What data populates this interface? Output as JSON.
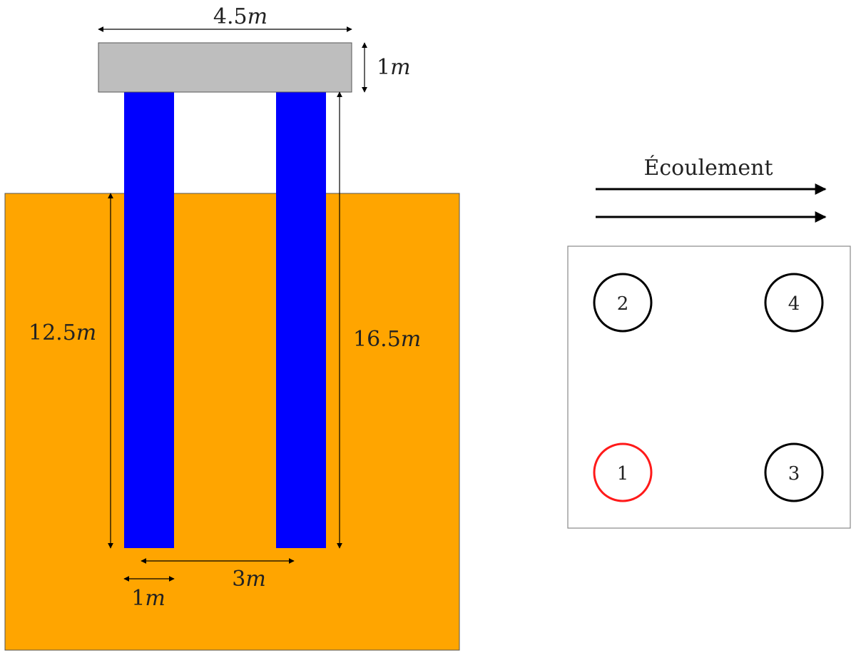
{
  "colors": {
    "soil": "#FFA500",
    "pile": "#0000FF",
    "cap": "#BEBEBE",
    "line": "#000000",
    "highlight": "#FF1A1A",
    "frame": "#888888"
  },
  "elevation": {
    "cap_width": {
      "num": "4.5",
      "unit": "m"
    },
    "cap_height": {
      "num": "1",
      "unit": "m"
    },
    "left_embedment": {
      "num": "12.5",
      "unit": "m"
    },
    "right_length": {
      "num": "16.5",
      "unit": "m"
    },
    "pile_spacing": {
      "num": "3",
      "unit": "m"
    },
    "pile_diameter": {
      "num": "1",
      "unit": "m"
    }
  },
  "plan": {
    "flow_label": "Écoulement",
    "piles": [
      {
        "label": "2",
        "highlighted": false
      },
      {
        "label": "4",
        "highlighted": false
      },
      {
        "label": "1",
        "highlighted": true
      },
      {
        "label": "3",
        "highlighted": false
      }
    ]
  }
}
